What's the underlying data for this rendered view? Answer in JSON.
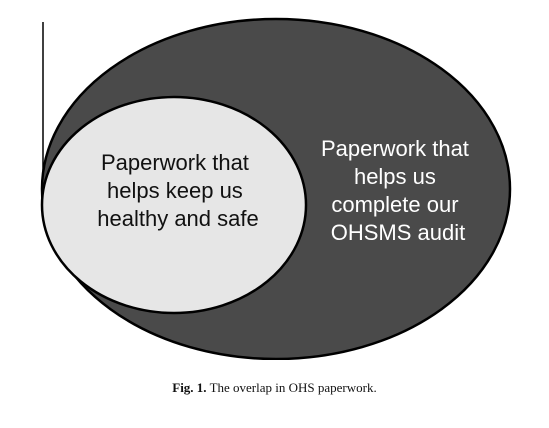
{
  "diagram": {
    "outer_set": {
      "lines": [
        "Paperwork that",
        "helps us",
        "complete our",
        "OHSMS audit"
      ],
      "fill": "#4a4a4a",
      "text_color": "#ffffff"
    },
    "inner_set": {
      "lines": [
        "Paperwork that",
        "helps keep us",
        "healthy and safe"
      ],
      "fill": "#e6e6e6",
      "text_color": "#111111"
    },
    "stroke_color": "#000000"
  },
  "caption": {
    "label": "Fig. 1.",
    "text": "The overlap in OHS paperwork."
  }
}
